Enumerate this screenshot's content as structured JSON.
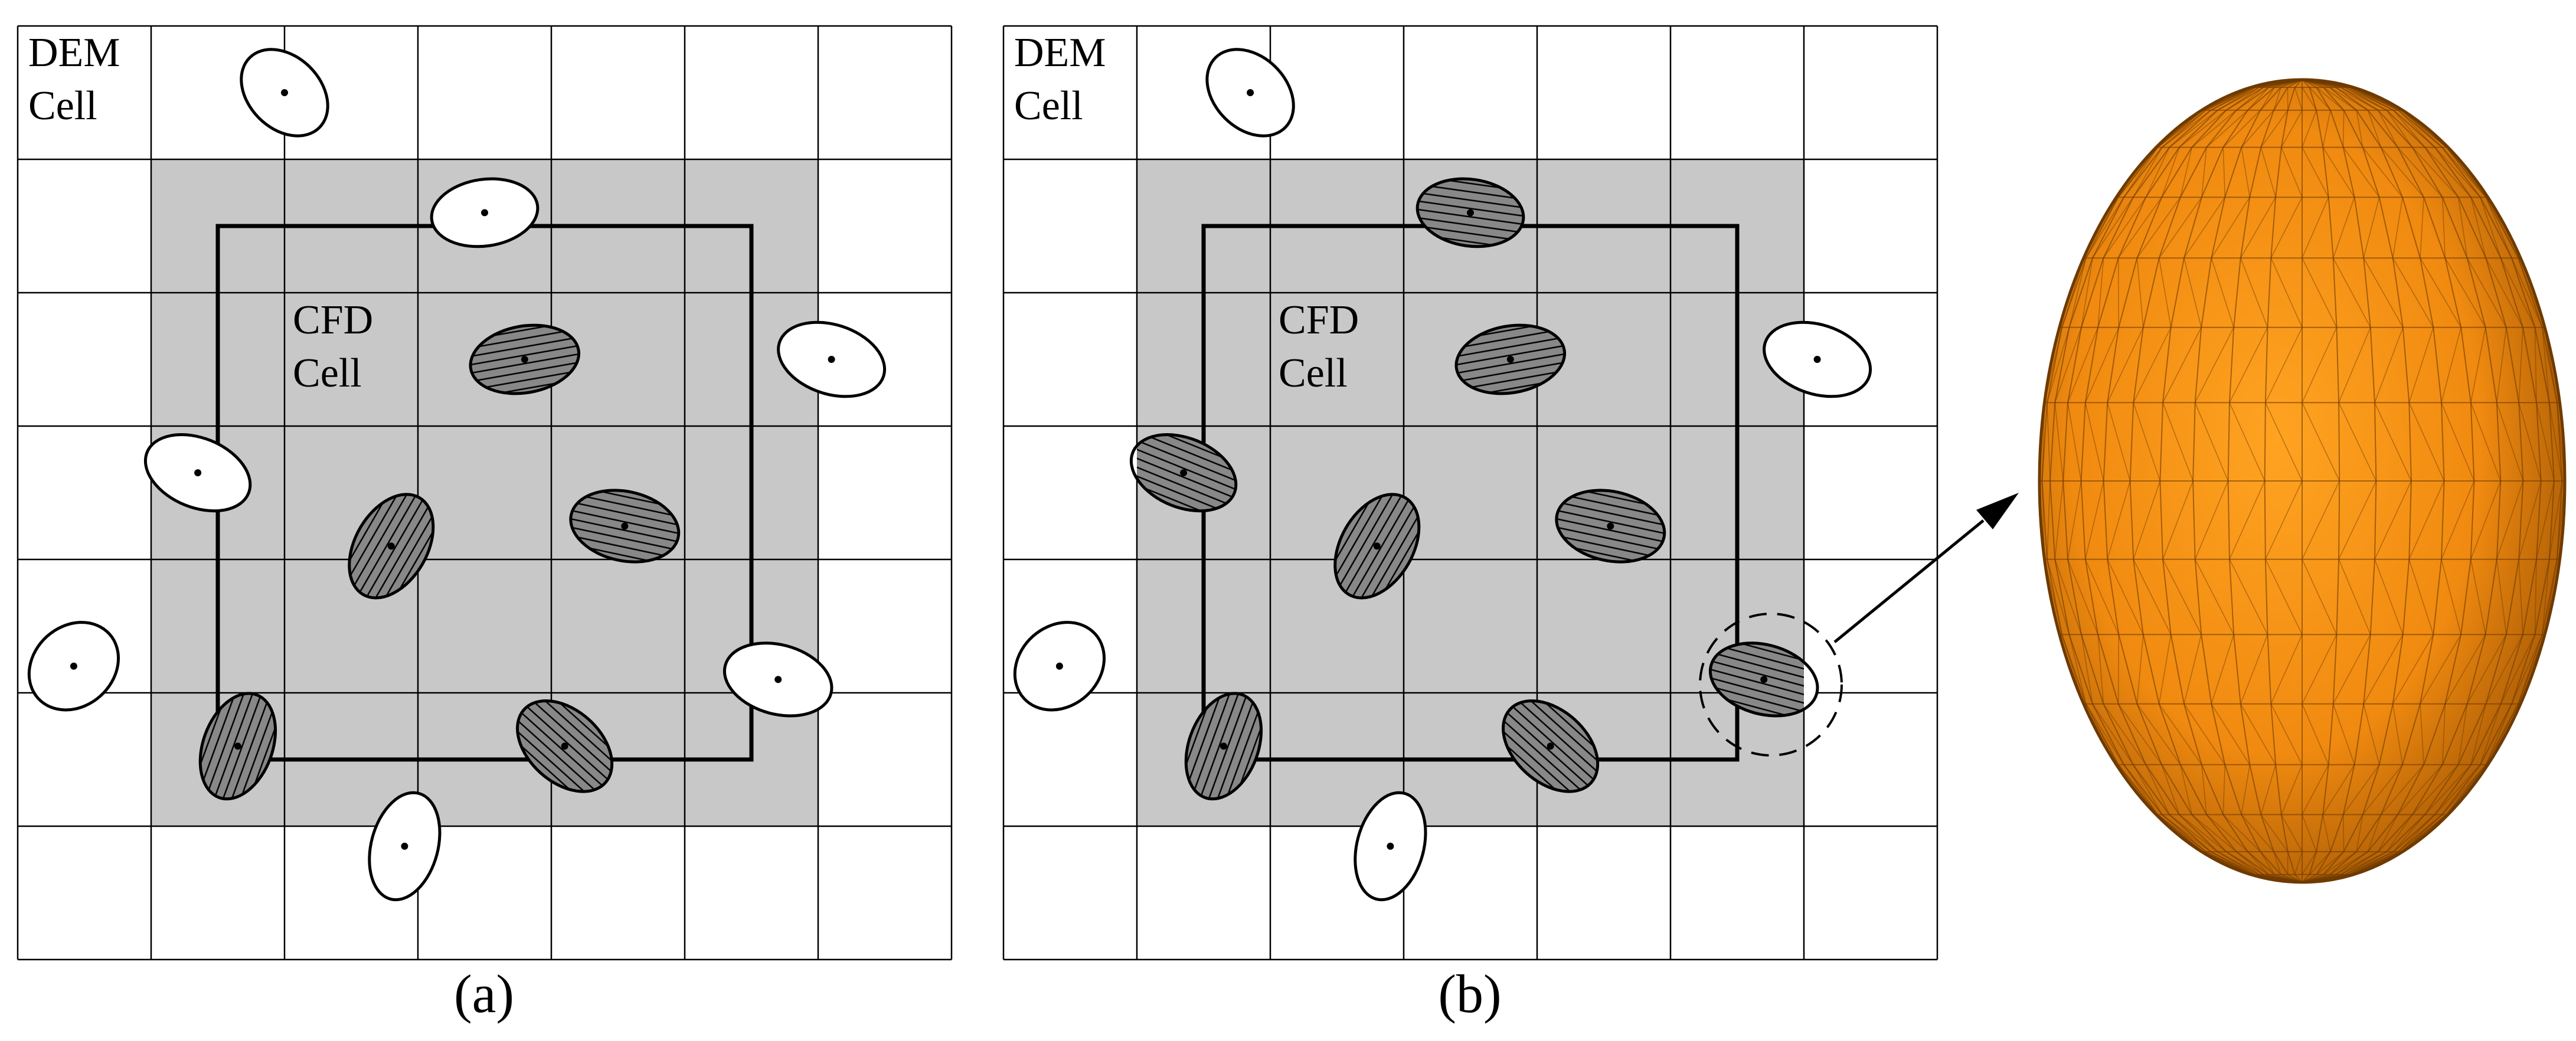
{
  "panels": [
    {
      "id": "a",
      "caption": "(a)",
      "dem_label": [
        "DEM",
        "Cell"
      ],
      "cfd_label": [
        "CFD",
        "Cell"
      ],
      "particles": [
        {
          "name": "particle-top-left",
          "fill": "none",
          "cx": 2.0,
          "cy": 0.5,
          "rx": 0.37,
          "ry": 0.27,
          "rot": 45
        },
        {
          "name": "particle-top-edge",
          "fill": "none",
          "cx": 3.5,
          "cy": 1.4,
          "rx": 0.4,
          "ry": 0.25,
          "rot": -8
        },
        {
          "name": "particle-right-upper",
          "fill": "none",
          "cx": 6.1,
          "cy": 2.5,
          "rx": 0.41,
          "ry": 0.26,
          "rot": 18
        },
        {
          "name": "particle-left-middle",
          "fill": "none",
          "cx": 1.35,
          "cy": 3.35,
          "rx": 0.41,
          "ry": 0.26,
          "rot": 22
        },
        {
          "name": "particle-left-lower",
          "fill": "none",
          "cx": 0.42,
          "cy": 4.8,
          "rx": 0.36,
          "ry": 0.3,
          "rot": -42
        },
        {
          "name": "particle-right-edge",
          "fill": "none",
          "cx": 5.7,
          "cy": 4.9,
          "rx": 0.41,
          "ry": 0.26,
          "rot": 15
        },
        {
          "name": "particle-bottom",
          "fill": "none",
          "cx": 2.9,
          "cy": 6.15,
          "rx": 0.41,
          "ry": 0.25,
          "rot": -75
        },
        {
          "name": "particle-inner-upper",
          "fill": "full",
          "cx": 3.8,
          "cy": 2.5,
          "rx": 0.41,
          "ry": 0.25,
          "rot": -10
        },
        {
          "name": "particle-inner-left",
          "fill": "full",
          "cx": 2.8,
          "cy": 3.9,
          "rx": 0.42,
          "ry": 0.27,
          "rot": -60
        },
        {
          "name": "particle-inner-right",
          "fill": "full",
          "cx": 4.55,
          "cy": 3.75,
          "rx": 0.41,
          "ry": 0.26,
          "rot": 12
        },
        {
          "name": "particle-inner-bottom-left",
          "fill": "full",
          "cx": 1.65,
          "cy": 5.4,
          "rx": 0.41,
          "ry": 0.26,
          "rot": -70
        },
        {
          "name": "particle-inner-bottom-right",
          "fill": "full",
          "cx": 4.1,
          "cy": 5.4,
          "rx": 0.41,
          "ry": 0.27,
          "rot": 42
        }
      ]
    },
    {
      "id": "b",
      "caption": "(b)",
      "dem_label": [
        "DEM",
        "Cell"
      ],
      "cfd_label": [
        "CFD",
        "Cell"
      ],
      "particles": [
        {
          "name": "particle-top-left",
          "fill": "none",
          "cx": 1.85,
          "cy": 0.5,
          "rx": 0.37,
          "ry": 0.27,
          "rot": 45
        },
        {
          "name": "particle-top-edge",
          "fill": "partial",
          "cx": 3.5,
          "cy": 1.4,
          "rx": 0.4,
          "ry": 0.25,
          "rot": 8
        },
        {
          "name": "particle-right-upper",
          "fill": "none",
          "cx": 6.1,
          "cy": 2.5,
          "rx": 0.41,
          "ry": 0.26,
          "rot": 18
        },
        {
          "name": "particle-left-middle",
          "fill": "partial",
          "cx": 1.35,
          "cy": 3.35,
          "rx": 0.41,
          "ry": 0.26,
          "rot": 22
        },
        {
          "name": "particle-left-lower",
          "fill": "none",
          "cx": 0.42,
          "cy": 4.8,
          "rx": 0.36,
          "ry": 0.3,
          "rot": -42
        },
        {
          "name": "particle-right-edge",
          "fill": "partial",
          "cx": 5.7,
          "cy": 4.9,
          "rx": 0.41,
          "ry": 0.26,
          "rot": 15
        },
        {
          "name": "particle-bottom",
          "fill": "none",
          "cx": 2.9,
          "cy": 6.15,
          "rx": 0.41,
          "ry": 0.25,
          "rot": -75
        },
        {
          "name": "particle-inner-upper",
          "fill": "full",
          "cx": 3.8,
          "cy": 2.5,
          "rx": 0.41,
          "ry": 0.25,
          "rot": -10
        },
        {
          "name": "particle-inner-left",
          "fill": "full",
          "cx": 2.8,
          "cy": 3.9,
          "rx": 0.42,
          "ry": 0.27,
          "rot": -60
        },
        {
          "name": "particle-inner-right",
          "fill": "full",
          "cx": 4.55,
          "cy": 3.75,
          "rx": 0.41,
          "ry": 0.26,
          "rot": 12
        },
        {
          "name": "particle-inner-bottom-left",
          "fill": "partial",
          "cx": 1.65,
          "cy": 5.4,
          "rx": 0.41,
          "ry": 0.26,
          "rot": -70
        },
        {
          "name": "particle-inner-bottom-right",
          "fill": "full",
          "cx": 4.1,
          "cy": 5.4,
          "rx": 0.41,
          "ry": 0.27,
          "rot": 42
        }
      ],
      "callout_particle": "particle-right-edge"
    }
  ],
  "colors": {
    "dem_grid_line": "#000000",
    "cfd_region_fill": "#c8c8c8",
    "cfd_cell_border": "#000000",
    "ellipsoid_light": "#ffa321",
    "ellipsoid_mid": "#f08a10",
    "ellipsoid_dark": "#a75a05",
    "ellipsoid_mesh": "#6e3a00"
  }
}
